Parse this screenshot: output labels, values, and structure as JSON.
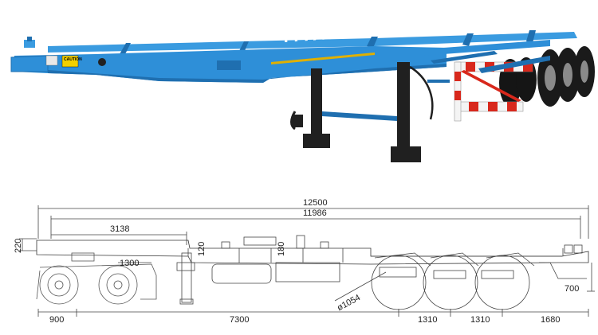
{
  "photo": {
    "brand": "TITAN",
    "caution_label": "CAUTION",
    "colors": {
      "frame": "#2e8fd8",
      "frame_dark": "#1f6fb0",
      "stripe": "#e0b000",
      "tire": "#1a1a1a",
      "leg": "#202020",
      "guard_red": "#d8281c",
      "guard_white": "#f4f4f4"
    }
  },
  "drawing": {
    "dims": {
      "overall_length": "12500",
      "frame_length": "11986",
      "front_section": "3138",
      "height_220": "220",
      "kingpin_height": "1300",
      "small_120": "120",
      "small_180": "180",
      "tire_diameter": "ø1054",
      "rear_height": "700",
      "front_overhang": "900",
      "leg_to_axle": "7300",
      "axle_spacing_1": "1310",
      "axle_spacing_2": "1310",
      "rear_overhang": "1680"
    }
  }
}
